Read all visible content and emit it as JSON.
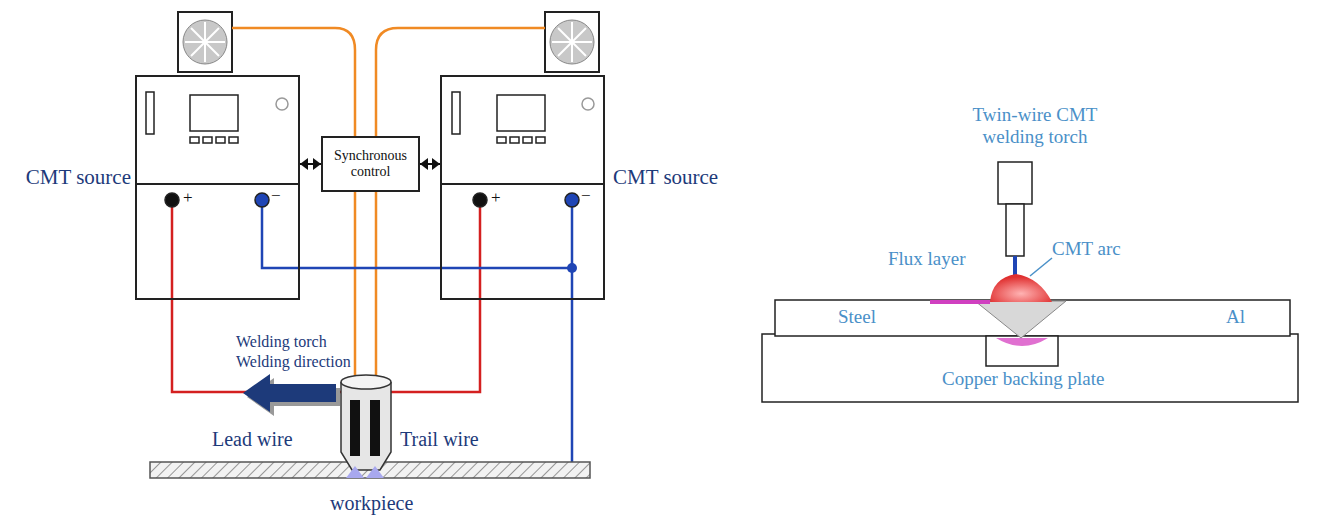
{
  "diagram": {
    "nodes": [
      {
        "text": [
          "CMT source"
        ]
      },
      {
        "text": [
          "Synchronous control"
        ]
      },
      {
        "text": [
          "CMT source"
        ]
      }
    ],
    "edges": [
      {
        "from": 0,
        "to": 1,
        "arrow": "both"
      },
      {
        "from": 1,
        "to": 2,
        "arrow": "both"
      }
    ],
    "labels": [
      "+",
      "−",
      "+",
      "−",
      "Welding torch",
      "Welding direction",
      "Lead wire",
      "Trail wire",
      "workpiece",
      "Twin-wire CMT welding torch",
      "Flux layer",
      "CMT arc",
      "Steel",
      "Al",
      "Copper backing plate"
    ]
  }
}
